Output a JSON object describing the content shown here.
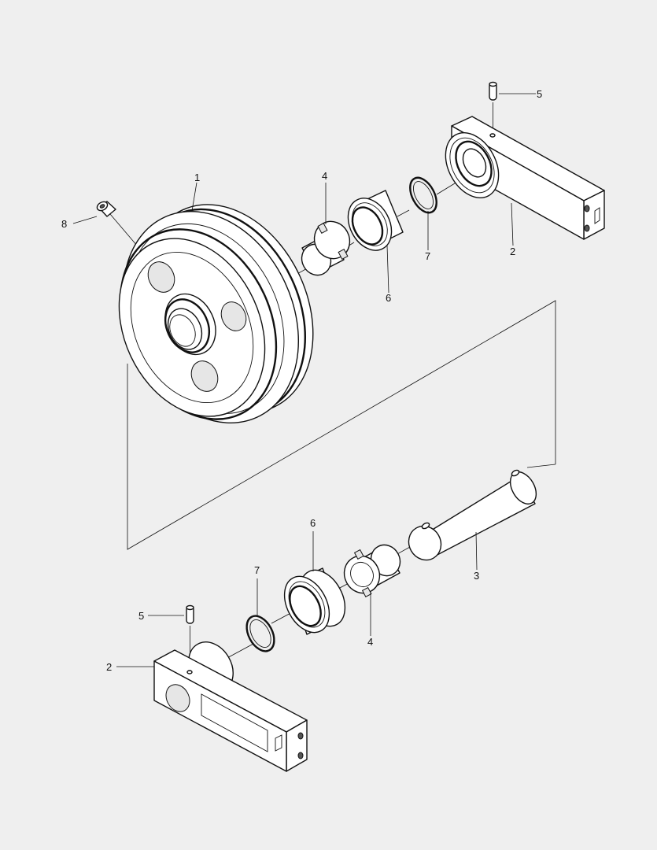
{
  "callouts": {
    "top_5": "5",
    "top_4": "4",
    "top_1": "1",
    "top_8": "8",
    "top_7": "7",
    "top_6": "6",
    "top_2": "2",
    "bottom_6": "6",
    "bottom_7": "7",
    "bottom_3": "3",
    "bottom_5": "5",
    "bottom_4": "4",
    "bottom_2": "2"
  },
  "colors": {
    "background": "#efefef",
    "line": "#111111",
    "part_fill": "#ffffff"
  }
}
